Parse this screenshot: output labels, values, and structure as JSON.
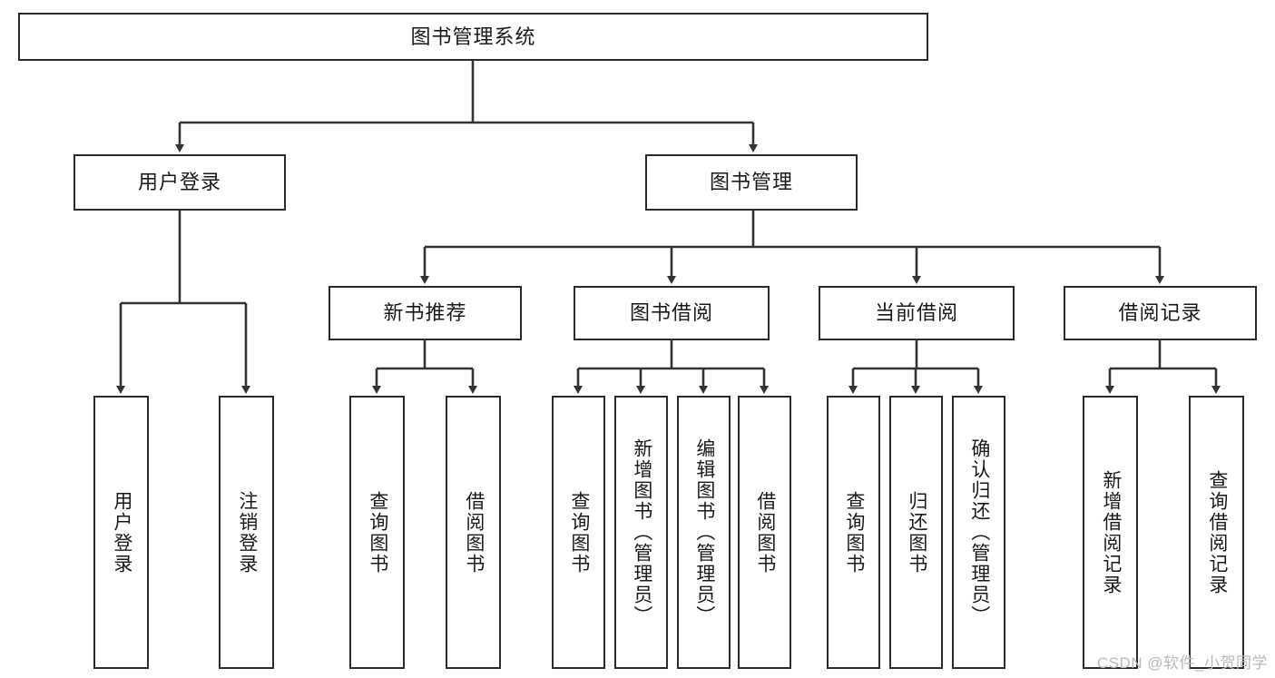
{
  "diagram": {
    "title": "图书管理系统",
    "type": "tree-hierarchy",
    "orientation": "top-down",
    "colors": {
      "box_border": "#2b2b2b",
      "box_fill": "#ffffff",
      "edge": "#333333",
      "text": "#1a1a1a",
      "watermark": "#b9b9b9",
      "background": "#ffffff"
    },
    "nodes": {
      "root": {
        "label": "图书管理系统",
        "level": 1,
        "text_direction": "horizontal"
      },
      "l2": [
        {
          "label": "用户登录",
          "level": 2,
          "text_direction": "horizontal"
        },
        {
          "label": "图书管理",
          "level": 2,
          "text_direction": "horizontal"
        }
      ],
      "l3": [
        {
          "label": "新书推荐",
          "level": 3,
          "text_direction": "horizontal"
        },
        {
          "label": "图书借阅",
          "level": 3,
          "text_direction": "horizontal"
        },
        {
          "label": "当前借阅",
          "level": 3,
          "text_direction": "horizontal"
        },
        {
          "label": "借阅记录",
          "level": 3,
          "text_direction": "horizontal"
        }
      ],
      "leaves": [
        {
          "label": "用户登录",
          "parent": "用户登录",
          "text_direction": "vertical"
        },
        {
          "label": "注销登录",
          "parent": "用户登录",
          "text_direction": "vertical"
        },
        {
          "label": "查询图书",
          "parent": "新书推荐",
          "text_direction": "vertical"
        },
        {
          "label": "借阅图书",
          "parent": "新书推荐",
          "text_direction": "vertical"
        },
        {
          "label": "查询图书",
          "parent": "图书借阅",
          "text_direction": "vertical"
        },
        {
          "label": "新增图书（管理员）",
          "parent": "图书借阅",
          "text_direction": "vertical"
        },
        {
          "label": "编辑图书（管理员）",
          "parent": "图书借阅",
          "text_direction": "vertical"
        },
        {
          "label": "借阅图书",
          "parent": "图书借阅",
          "text_direction": "vertical"
        },
        {
          "label": "查询图书",
          "parent": "当前借阅",
          "text_direction": "vertical"
        },
        {
          "label": "归还图书",
          "parent": "当前借阅",
          "text_direction": "vertical"
        },
        {
          "label": "确认归还（管理员）",
          "parent": "当前借阅",
          "text_direction": "vertical"
        },
        {
          "label": "新增借阅记录",
          "parent": "借阅记录",
          "text_direction": "vertical"
        },
        {
          "label": "查询借阅记录",
          "parent": "借阅记录",
          "text_direction": "vertical"
        }
      ]
    }
  },
  "watermark": {
    "text": "CSDN @软件_小贺同学"
  }
}
